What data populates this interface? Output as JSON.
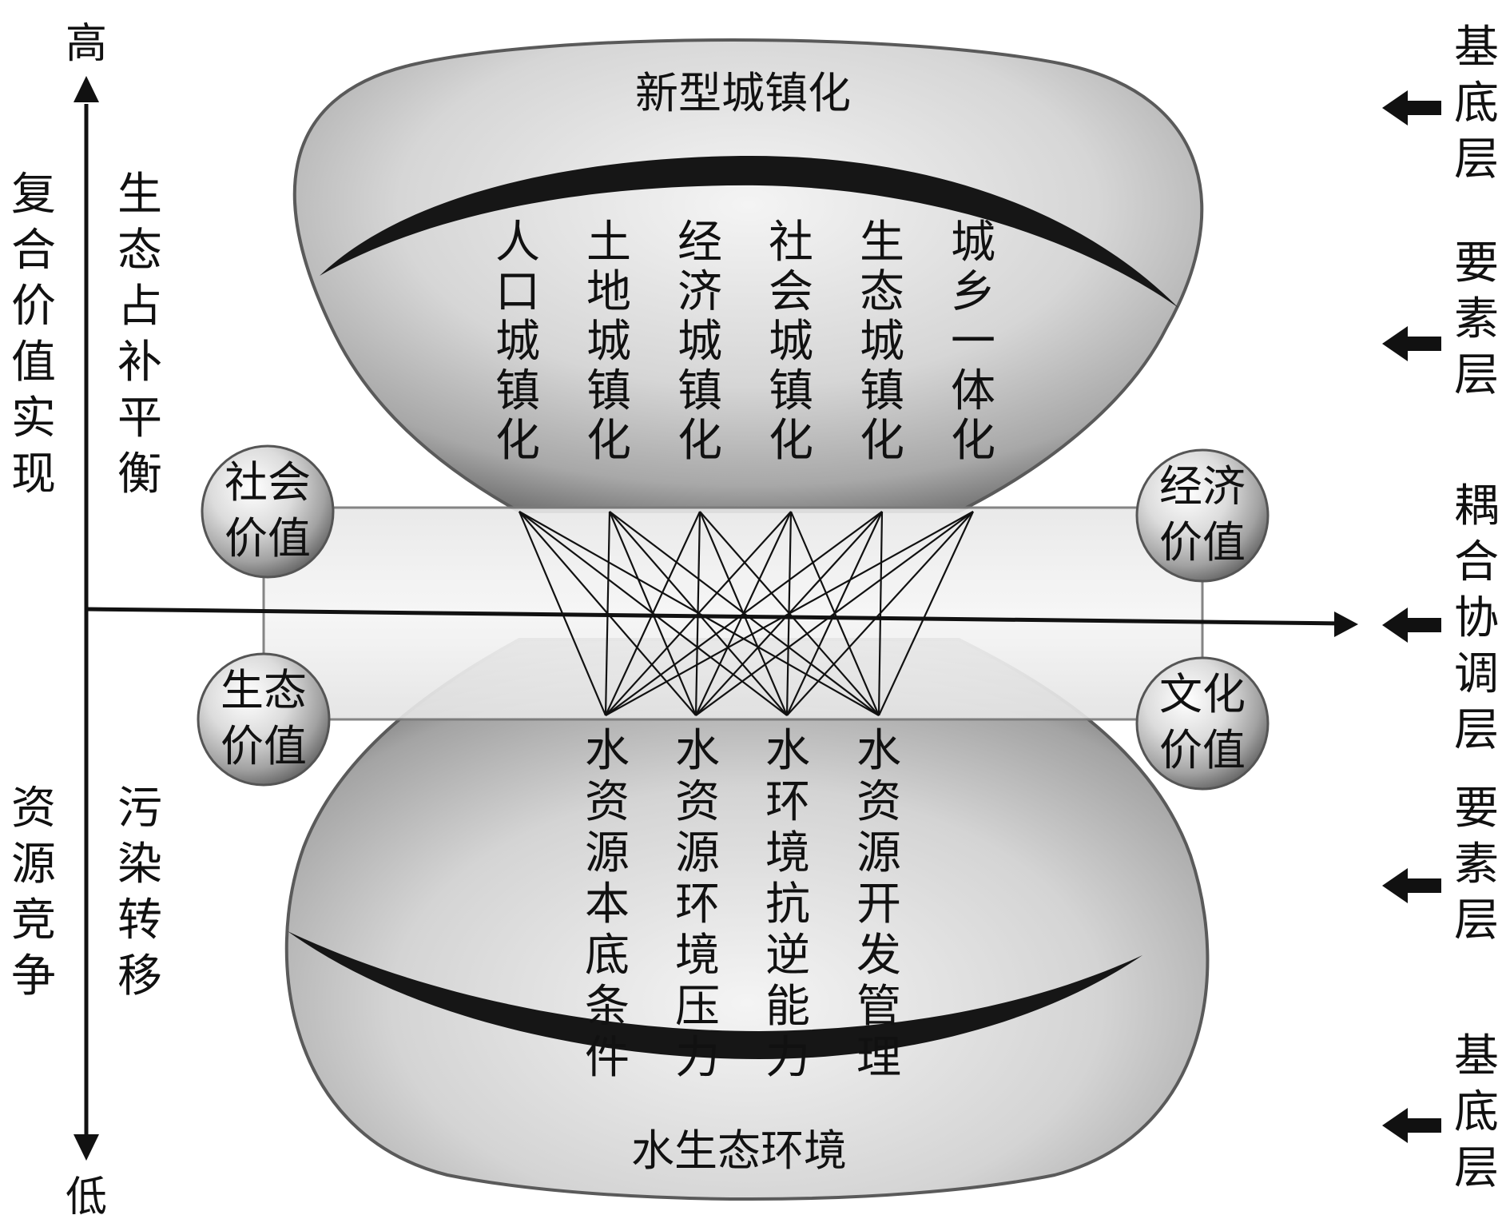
{
  "axis": {
    "top_label": "高",
    "bottom_label": "低"
  },
  "left_columns": {
    "upper_outer": "复合价值实现",
    "upper_inner": "生态占补平衡",
    "lower_outer": "资源竞争",
    "lower_inner": "污染转移"
  },
  "top_bulb": {
    "title": "新型城镇化",
    "elements": [
      "人口城镇化",
      "土地城镇化",
      "经济城镇化",
      "社会城镇化",
      "生态城镇化",
      "城乡一体化"
    ]
  },
  "bottom_bulb": {
    "title": "水生态环境",
    "elements": [
      "水资源本底条件",
      "水资源环境压力",
      "水环境抗逆能力",
      "水资源开发管理"
    ]
  },
  "values": {
    "top_left": "社会价值",
    "top_right": "经济价值",
    "bottom_left": "生态价值",
    "bottom_right": "文化价值"
  },
  "layers": [
    {
      "label": "基底层"
    },
    {
      "label": "要素层"
    },
    {
      "label": "耦合协调层"
    },
    {
      "label": "要素层"
    },
    {
      "label": "基底层"
    }
  ]
}
